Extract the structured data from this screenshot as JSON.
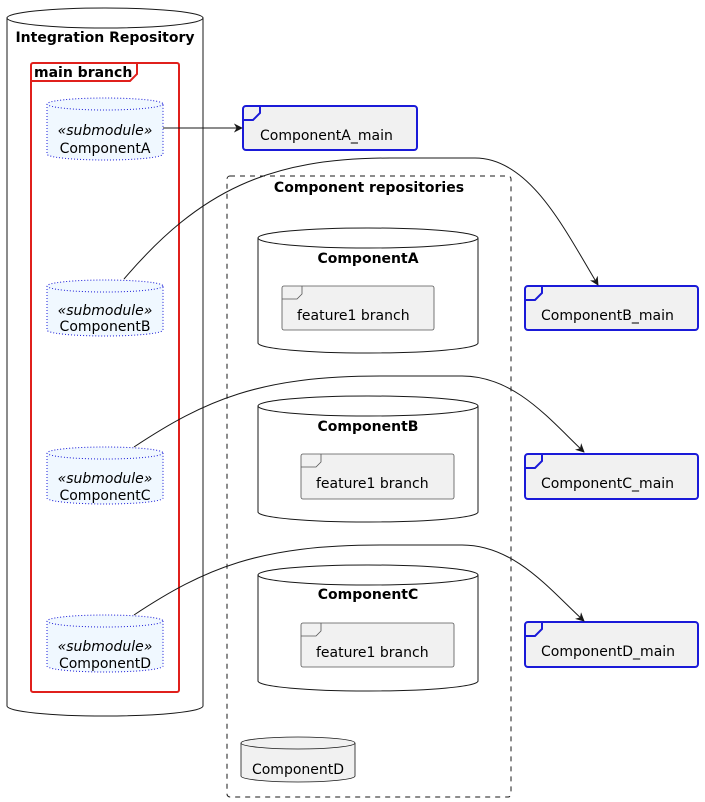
{
  "diagram": {
    "integration_repo": {
      "title": "Integration Repository"
    },
    "main_branch": {
      "title": "main branch"
    },
    "submodules": [
      {
        "stereotype": "«submodule»",
        "name": "ComponentA"
      },
      {
        "stereotype": "«submodule»",
        "name": "ComponentB"
      },
      {
        "stereotype": "«submodule»",
        "name": "ComponentC"
      },
      {
        "stereotype": "«submodule»",
        "name": "ComponentD"
      }
    ],
    "component_repositories": {
      "title": "Component repositories",
      "repos": [
        {
          "name": "ComponentA",
          "branch": "feature1 branch"
        },
        {
          "name": "ComponentB",
          "branch": "feature1 branch"
        },
        {
          "name": "ComponentC",
          "branch": "feature1 branch"
        },
        {
          "name": "ComponentD"
        }
      ]
    },
    "main_frames": [
      {
        "name": "ComponentA_main"
      },
      {
        "name": "ComponentB_main"
      },
      {
        "name": "ComponentC_main"
      },
      {
        "name": "ComponentD_main"
      }
    ],
    "colors": {
      "main_branch_border": "#e0201c",
      "frame_border": "#1a1ad8",
      "submodule_fill": "#f0f8ff",
      "submodule_border": "#1a1ad8",
      "node_fill": "#f1f1f1"
    }
  }
}
